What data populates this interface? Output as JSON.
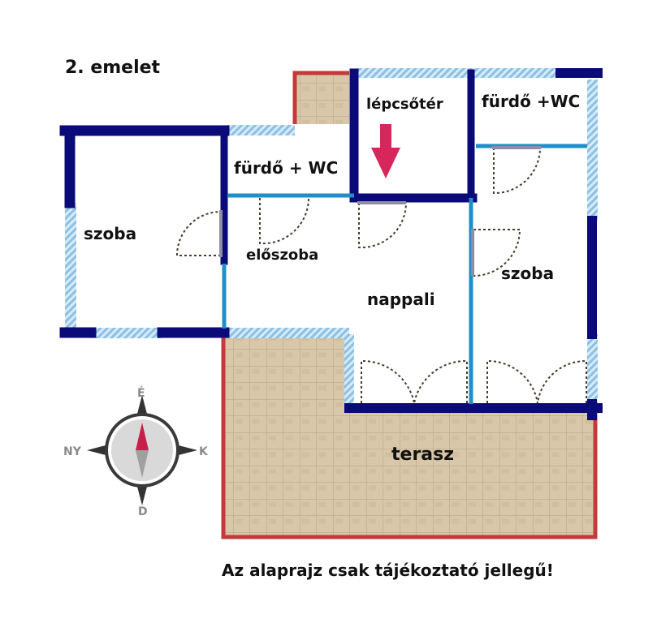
{
  "title": "2. emelet",
  "disclaimer": "Az alaprajz csak tájékoztató jellegű!",
  "rooms": {
    "szoba_west": "szoba",
    "furdo_wc_1": "fürdő + WC",
    "lepcsoter": "lépcsőtér",
    "furdo_wc_2": "fürdő +WC",
    "eloszoba": "előszoba",
    "nappali": "nappali",
    "szoba_east": "szoba",
    "terasz": "terasz"
  },
  "compass": {
    "north": "É",
    "south": "D",
    "east": "K",
    "west": "NY"
  },
  "colors": {
    "wall_main": "#0a0a78",
    "wall_partition": "#1e8fc8",
    "window_hatch": "#9ccbe8",
    "terrace_border": "#c43a3a",
    "terrace_fill": "#d9c6a8",
    "arrow": "#d6265a"
  }
}
